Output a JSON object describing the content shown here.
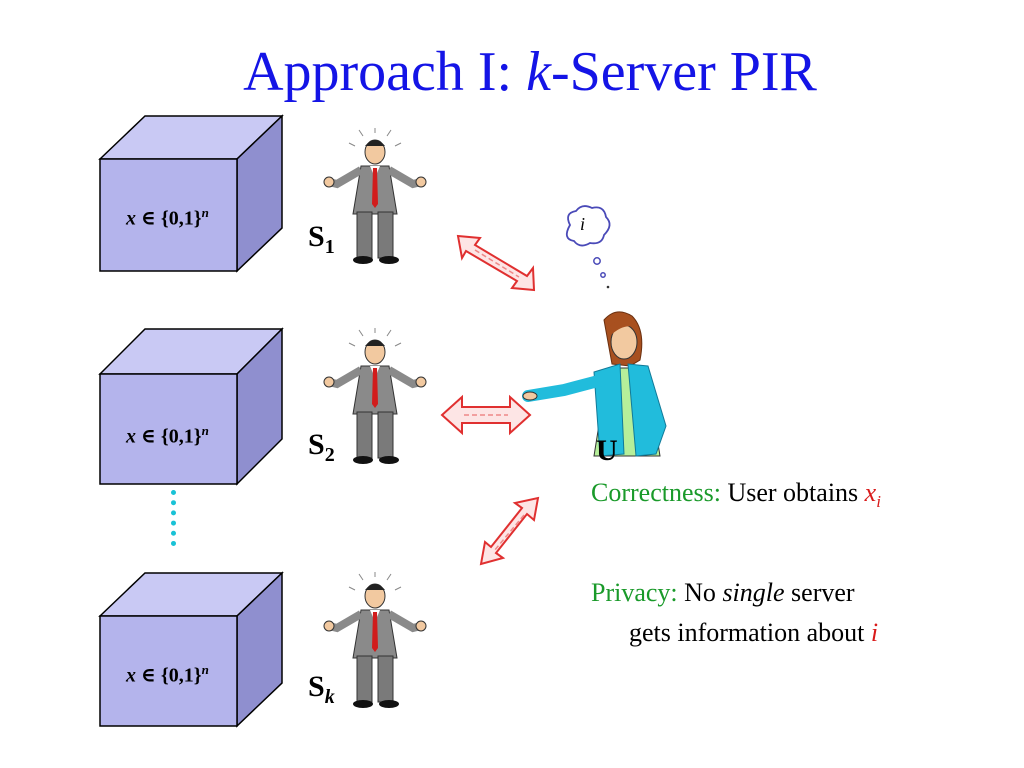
{
  "title": {
    "prefix": "Approach I: ",
    "var": "k",
    "suffix": "-Server PIR"
  },
  "database": {
    "var": "x",
    "symbol": "∈",
    "set": "{0,1}",
    "exponent": "n"
  },
  "servers": [
    {
      "letter": "S",
      "sub": "1"
    },
    {
      "letter": "S",
      "sub": "2"
    },
    {
      "letter": "S",
      "sub": "k"
    }
  ],
  "user": {
    "label": "U",
    "thought": "i"
  },
  "correctness": {
    "heading": "Correctness:",
    "text": "User obtains ",
    "var": "x",
    "sub": "i"
  },
  "privacy": {
    "heading": "Privacy:",
    "text_a": "No ",
    "emph": "single",
    "text_b": " server",
    "line2": "gets information about ",
    "var": "i"
  },
  "colors": {
    "title": "#1414e6",
    "cube_front": "#b4b4ec",
    "cube_side": "#8f8fcf",
    "cube_top": "#c9c9f4",
    "arrow": "#e03030",
    "dots": "#19c2d6",
    "green": "#1a9a2a",
    "red": "#d91a1a"
  }
}
